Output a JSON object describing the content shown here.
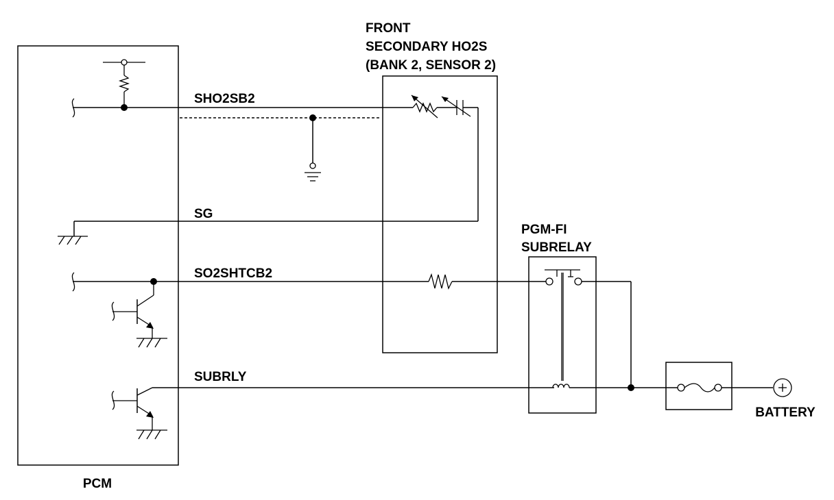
{
  "components": {
    "pcm": "PCM",
    "sensor_line1": "FRONT",
    "sensor_line2": "SECONDARY HO2S",
    "sensor_line3": "(BANK 2, SENSOR 2)",
    "relay_line1": "PGM-FI",
    "relay_line2": "SUBRELAY",
    "battery": "BATTERY"
  },
  "wires": {
    "sho2sb2": "SHO2SB2",
    "sg": "SG",
    "so2shtcb2": "SO2SHTCB2",
    "subrly": "SUBRLY"
  }
}
